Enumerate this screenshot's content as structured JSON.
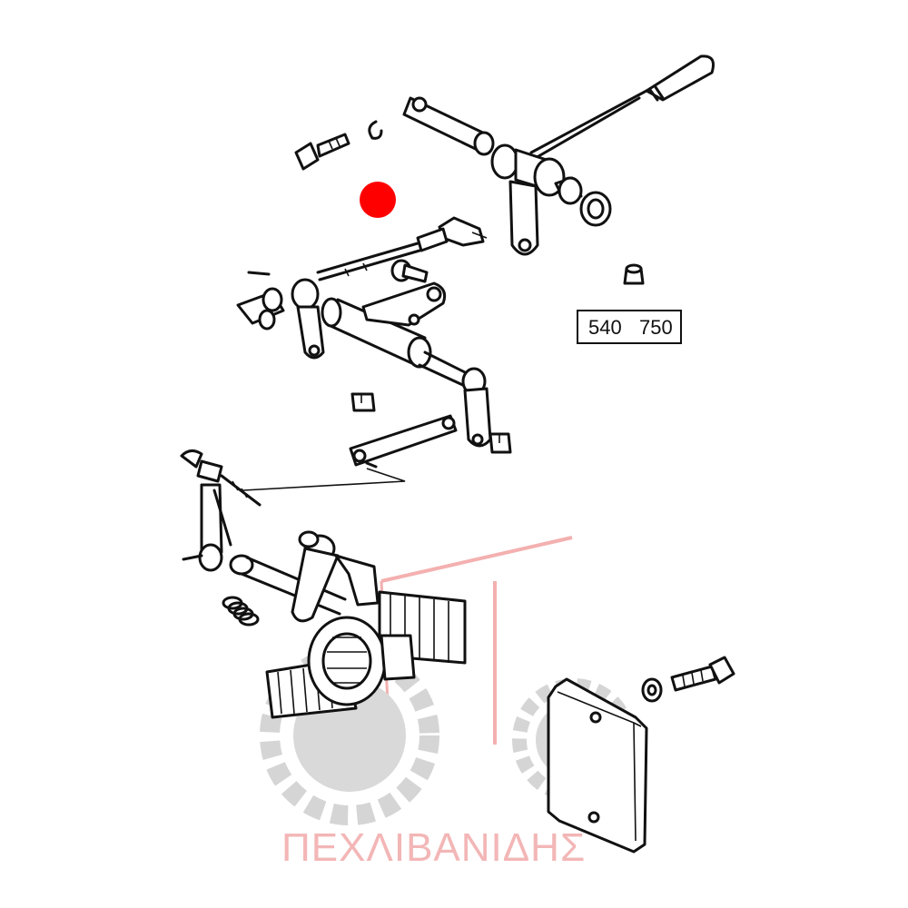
{
  "diagram": {
    "speed_box": {
      "left": "540",
      "right": "750"
    },
    "marker": {
      "color": "#ff0000"
    },
    "watermark": {
      "text": "ΠΕΧΛΙΒΑΝΙΔΗΣ",
      "color": "#f3b6b6",
      "logo_color": "#cfcfcf"
    }
  }
}
